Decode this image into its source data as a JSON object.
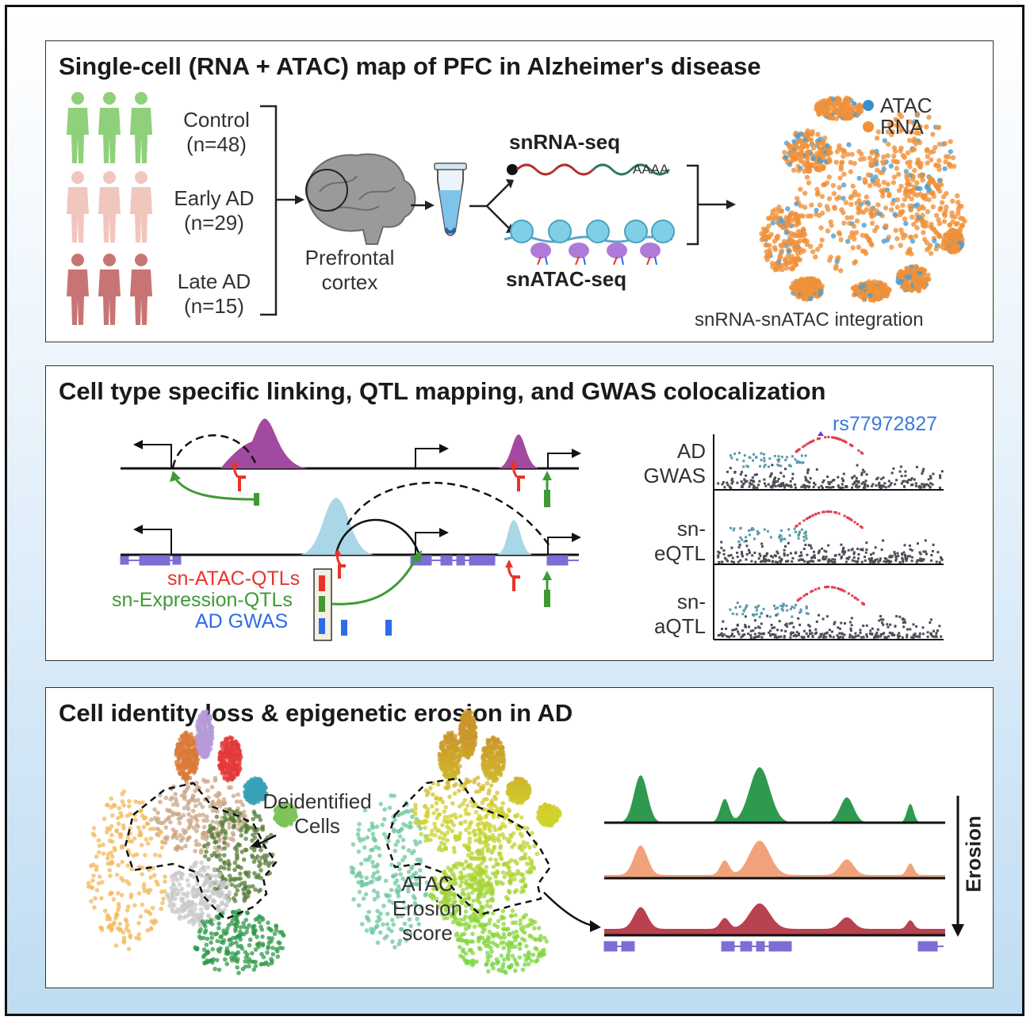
{
  "panel1": {
    "title": "Single-cell (RNA + ATAC) map of PFC in Alzheimer's disease",
    "groups": [
      {
        "name": "Control",
        "n": "(n=48)",
        "color": "#8fd07a"
      },
      {
        "name": "Early AD",
        "n": "(n=29)",
        "color": "#f1c6bd"
      },
      {
        "name": "Late AD",
        "n": "(n=15)",
        "color": "#c97474"
      }
    ],
    "brain_label_1": "Prefrontal",
    "brain_label_2": "cortex",
    "rna_label": "snRNA-seq",
    "polya": "AAAA",
    "atac_label": "snATAC-seq",
    "legend": [
      {
        "name": "ATAC",
        "color": "#3b8fc9"
      },
      {
        "name": "RNA",
        "color": "#f0913a"
      }
    ],
    "integration_label": "snRNA-snATAC integration"
  },
  "panel2": {
    "title": "Cell type specific linking, QTL mapping, and GWAS colocalization",
    "legend": [
      {
        "name": "sn-ATAC-QTLs",
        "color": "#e8332b"
      },
      {
        "name": "sn-Expression-QTLs",
        "color": "#3f9a35"
      },
      {
        "name": "AD GWAS",
        "color": "#2f6be8"
      }
    ],
    "snp_id": "rs77972827",
    "tracks": [
      {
        "line1": "AD",
        "line2": "GWAS"
      },
      {
        "line1": "sn-",
        "line2": "eQTL"
      },
      {
        "line1": "sn-",
        "line2": "aQTL"
      }
    ]
  },
  "panel3": {
    "title": "Cell identity loss & epigenetic erosion in AD",
    "deid_1": "Deidentified",
    "deid_2": "Cells",
    "score_1": "ATAC",
    "score_2": "Erosion",
    "score_3": "score",
    "erosion_label": "Erosion",
    "track_colors": [
      "#2f9a4f",
      "#f2a27a",
      "#b8424f"
    ]
  }
}
